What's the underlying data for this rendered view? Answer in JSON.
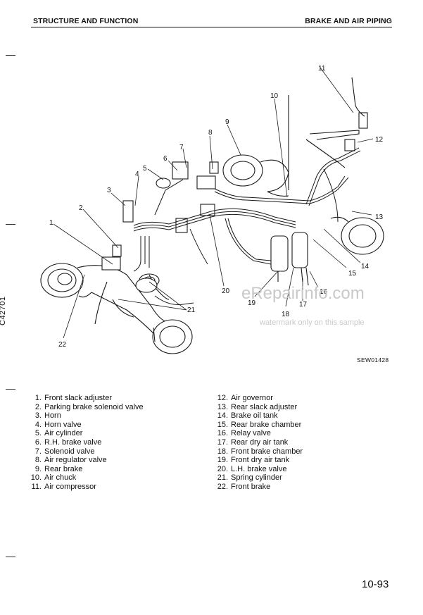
{
  "header": {
    "left": "STRUCTURE AND FUNCTION",
    "right": "BRAKE AND AIR PIPING"
  },
  "side_code": "C42701",
  "figure": {
    "code": "SEW01428",
    "callouts": [
      "1",
      "2",
      "3",
      "4",
      "5",
      "6",
      "7",
      "8",
      "9",
      "10",
      "11",
      "12",
      "13",
      "14",
      "15",
      "16",
      "17",
      "18",
      "19",
      "20",
      "21",
      "22"
    ]
  },
  "watermark": {
    "line1": "eRepairinfo.com",
    "line2": "watermark only on this sample"
  },
  "legend_left": [
    {
      "n": "1.",
      "label": "Front slack adjuster"
    },
    {
      "n": "2.",
      "label": "Parking brake solenoid valve"
    },
    {
      "n": "3.",
      "label": "Horn"
    },
    {
      "n": "4.",
      "label": "Horn valve"
    },
    {
      "n": "5.",
      "label": "Air cylinder"
    },
    {
      "n": "6.",
      "label": "R.H. brake valve"
    },
    {
      "n": "7.",
      "label": "Solenoid valve"
    },
    {
      "n": "8.",
      "label": "Air regulator valve"
    },
    {
      "n": "9.",
      "label": "Rear brake"
    },
    {
      "n": "10.",
      "label": "Air chuck"
    },
    {
      "n": "11.",
      "label": "Air compressor"
    }
  ],
  "legend_right": [
    {
      "n": "12.",
      "label": "Air governor"
    },
    {
      "n": "13.",
      "label": "Rear slack adjuster"
    },
    {
      "n": "14.",
      "label": "Brake oil tank"
    },
    {
      "n": "15.",
      "label": "Rear brake chamber"
    },
    {
      "n": "16.",
      "label": "Relay valve"
    },
    {
      "n": "17.",
      "label": "Rear dry air tank"
    },
    {
      "n": "18.",
      "label": "Front brake chamber"
    },
    {
      "n": "19.",
      "label": "Front dry air tank"
    },
    {
      "n": "20.",
      "label": "L.H. brake valve"
    },
    {
      "n": "21.",
      "label": "Spring cylinder"
    },
    {
      "n": "22.",
      "label": "Front brake"
    }
  ],
  "page_number": "10-93"
}
